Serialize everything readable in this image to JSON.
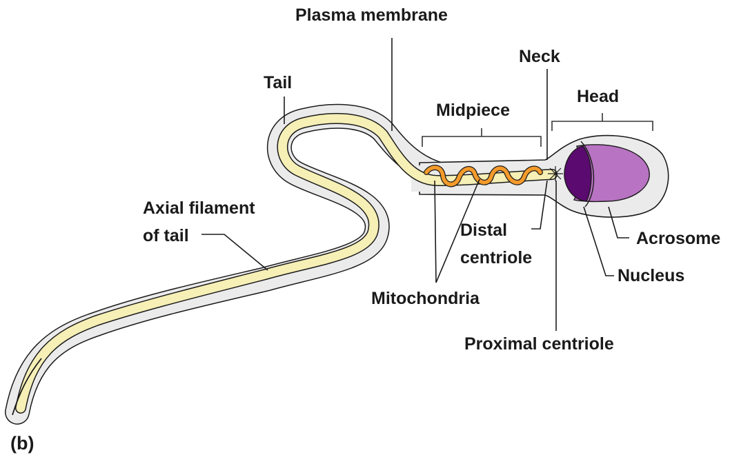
{
  "panel_label": "(b)",
  "labels": {
    "plasma_membrane": "Plasma membrane",
    "neck": "Neck",
    "tail": "Tail",
    "head": "Head",
    "midpiece": "Midpiece",
    "axial_filament_line1": "Axial filament",
    "axial_filament_line2": "of tail",
    "distal_centriole_line1": "Distal",
    "distal_centriole_line2": "centriole",
    "acrosome": "Acrosome",
    "nucleus": "Nucleus",
    "mitochondria": "Mitochondria",
    "proximal_centriole": "Proximal centriole"
  },
  "colors": {
    "membrane_fill": "#ebebeb",
    "tail_core": "#f6efb6",
    "mitochondria": "#f39a2b",
    "nucleus": "#5b0a70",
    "acrosome": "#b873c2",
    "outline": "#1a1a1a"
  }
}
